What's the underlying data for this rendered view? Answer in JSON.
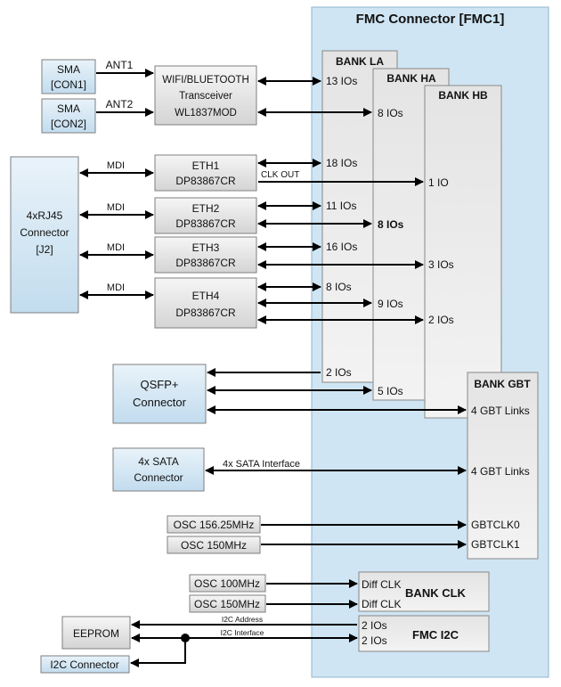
{
  "fmc": {
    "title": "FMC Connector  [FMC1]",
    "bank_la": {
      "title": "BANK LA"
    },
    "bank_ha": {
      "title": "BANK HA"
    },
    "bank_hb": {
      "title": "BANK HB"
    },
    "bank_gbt": {
      "title": "BANK GBT"
    },
    "bank_clk": {
      "title": "BANK CLK"
    },
    "fmc_i2c": {
      "title": "FMC I2C"
    }
  },
  "sma1": {
    "line1": "SMA",
    "line2": "[CON1]",
    "signal": "ANT1"
  },
  "sma2": {
    "line1": "SMA",
    "line2": "[CON2]",
    "signal": "ANT2"
  },
  "wifi": {
    "line1": "WIFI/BLUETOOTH",
    "line2": "Transceiver",
    "line3": "WL1837MOD",
    "io_la": "13 IOs",
    "io_ha": "8 IOs"
  },
  "rj45": {
    "line1": "4xRJ45",
    "line2": "Connector",
    "line3": "[J2]",
    "mdi": "MDI"
  },
  "eth1": {
    "name": "ETH1",
    "part": "DP83867CR",
    "io_la": "18 IOs",
    "clk_label": "CLK  OUT",
    "io_hb": "1 IO"
  },
  "eth2": {
    "name": "ETH2",
    "part": "DP83867CR",
    "io_la": "11 IOs",
    "io_ha": "8 IOs"
  },
  "eth3": {
    "name": "ETH3",
    "part": "DP83867CR",
    "io_la": "16 IOs",
    "io_hb": "3 IOs"
  },
  "eth4": {
    "name": "ETH4",
    "part": "DP83867CR",
    "io_la": "8 IOs",
    "io_ha": "9 IOs",
    "io_hb": "2 IOs"
  },
  "qsfp": {
    "line1": "QSFP+",
    "line2": "Connector",
    "io_la": "2 IOs",
    "io_ha": "5 IOs",
    "gbt": "4 GBT Links"
  },
  "sata": {
    "line1": "4x SATA",
    "line2": "Connector",
    "label": "4x SATA Interface",
    "gbt": "4 GBT Links"
  },
  "osc1": {
    "label": "OSC 156.25MHz",
    "pin": "GBTCLK0"
  },
  "osc2": {
    "label": "OSC 150MHz",
    "pin": "GBTCLK1"
  },
  "osc3": {
    "label": "OSC 100MHz",
    "pin": "Diff CLK"
  },
  "osc4": {
    "label": "OSC 150MHz",
    "pin": "Diff CLK"
  },
  "eeprom": {
    "label": "EEPROM"
  },
  "i2c_conn": {
    "label": "I2C Connector"
  },
  "i2c": {
    "addr_label": "I2C Address",
    "iface_label": "I2C Interface",
    "io1": "2 IOs",
    "io2": "2 IOs"
  }
}
